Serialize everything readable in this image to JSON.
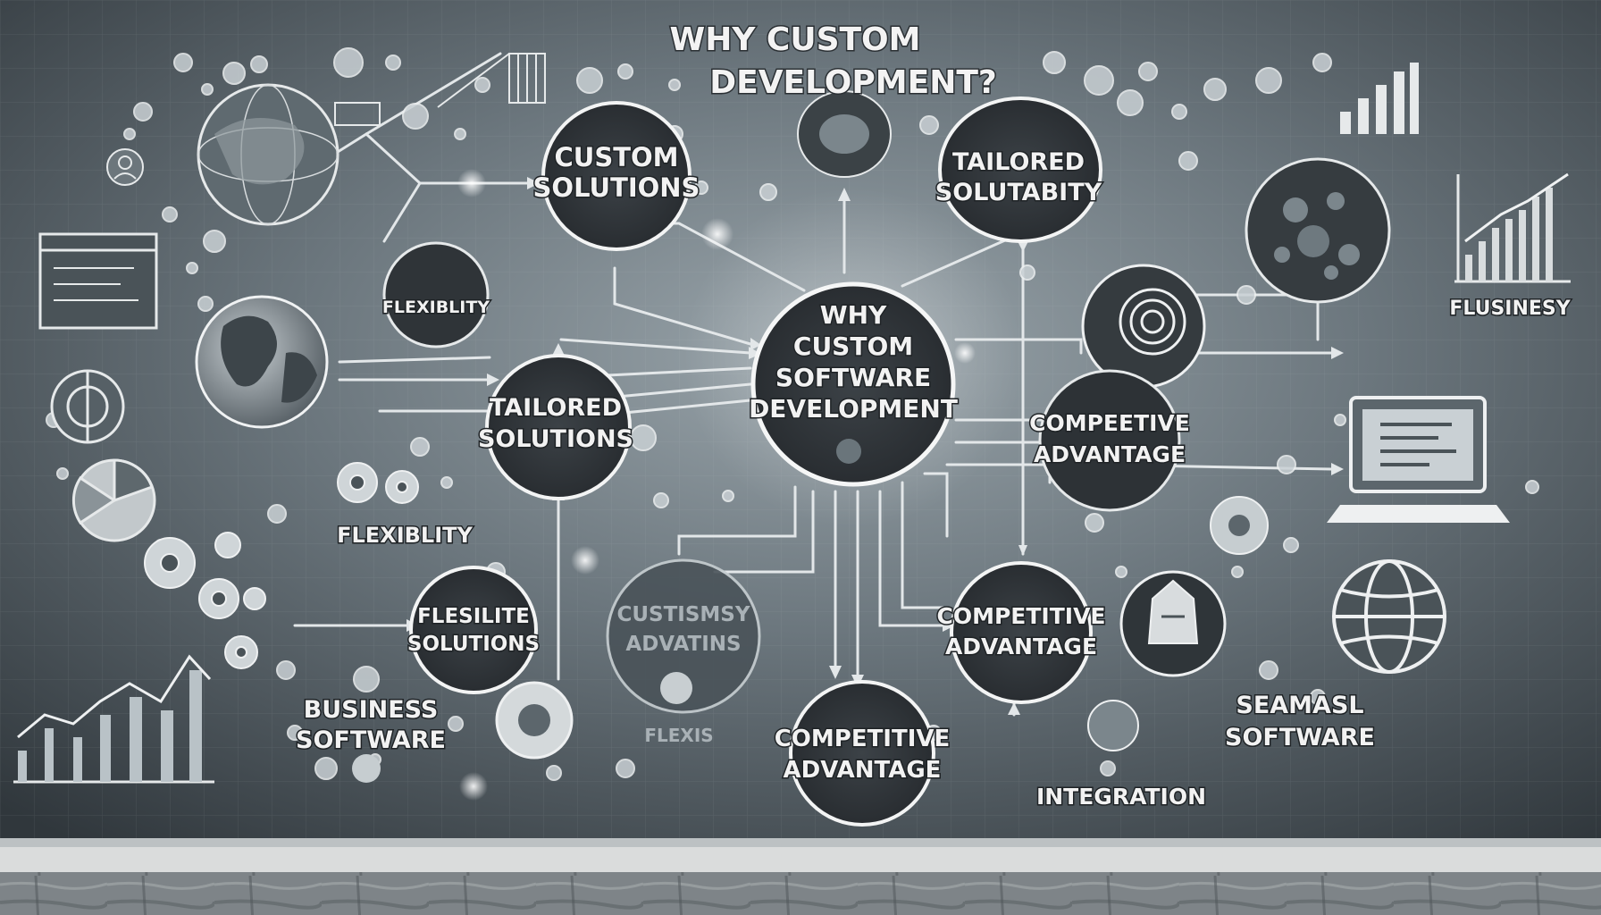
{
  "title_line1": "WHY CUSTOM",
  "title_line2": "DEVELOPMENT?",
  "center": [
    "WHY",
    "CUSTOM",
    "SOFTWARE",
    "DEVELOPMENT"
  ],
  "nodes": {
    "custom_solutions": [
      "CUSTOM",
      "SOLUTIONS"
    ],
    "tailored_solutability": [
      "TAILORED",
      "SOLUTABITY"
    ],
    "tailored_solutions": [
      "TAILORED",
      "SOLUTIONS"
    ],
    "competetive_advantage_right": [
      "COMPEETIVE",
      "ADVANTAGE"
    ],
    "flesilite_solutions": [
      "FLESILITE",
      "SOLUTIONS"
    ],
    "custism_advatins": [
      "CUSTISMSY",
      "ADVATINS"
    ],
    "competitive_advantage_mid": [
      "COMPETITIVE",
      "ADVANTAGE"
    ],
    "competitive_advantage_bottom": [
      "COMPETITIVE",
      "ADVANTAGE"
    ],
    "flexiblity_small": "FLEXIBLITY"
  },
  "labels": {
    "flexibility_left": "FLEXIBLITY",
    "business_software": [
      "BUSINESS",
      "SOFTWARE"
    ],
    "flusinesy": "FLUSINESY",
    "seamasl_software": [
      "SEAMASL",
      "SOFTWARE"
    ],
    "integration": "INTEGRATION",
    "flexis_faded": "FLEXIS"
  },
  "colors": {
    "board_dark": "#2f353a",
    "board_light": "#8a969d",
    "chalk": "#e6e9ea",
    "floor": "#7c8286",
    "ledge": "#d7dadb"
  }
}
